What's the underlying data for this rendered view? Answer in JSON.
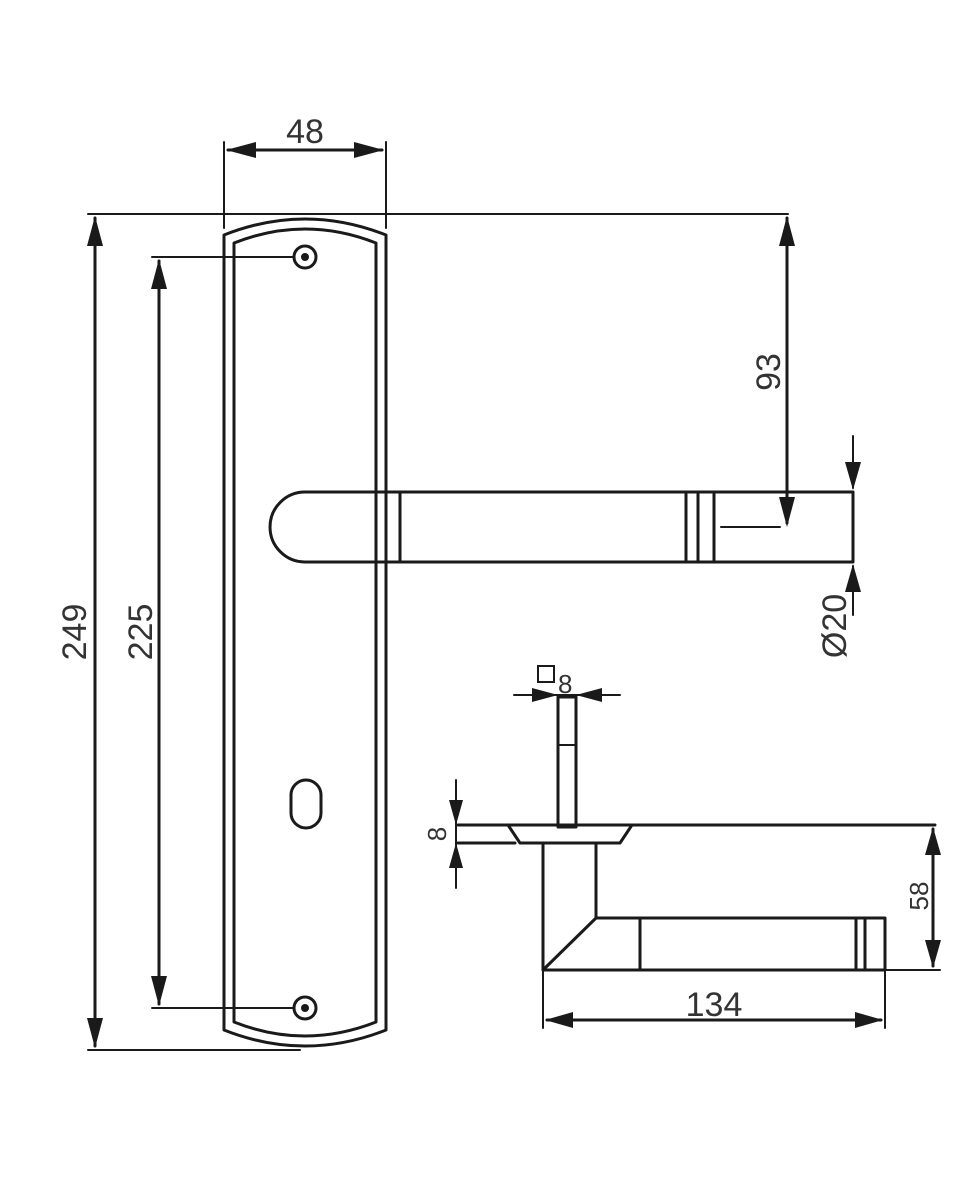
{
  "dimensions": {
    "backplate_width": "48",
    "overall_height": "249",
    "hole_spacing": "225",
    "lever_offset": "93",
    "lever_diameter": "Ø20",
    "spindle_square": "8",
    "rose_thickness": "8",
    "lever_projection": "58",
    "lever_length": "134"
  },
  "colors": {
    "line": "#1a1a1a",
    "text": "#333333",
    "background": "#ffffff"
  }
}
